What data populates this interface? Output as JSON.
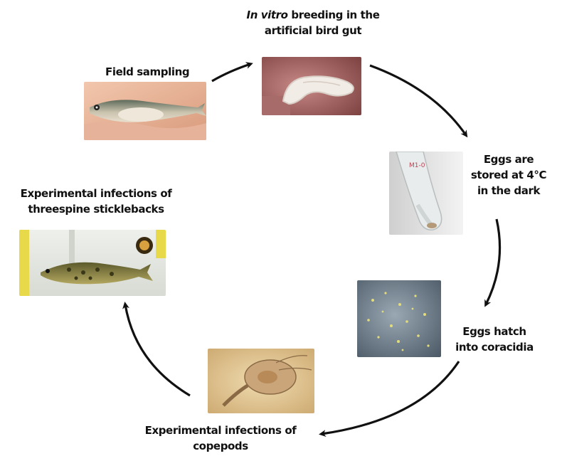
{
  "steps": {
    "field_sampling": {
      "label": "Field sampling",
      "image": "stickleback-in-hand-photo"
    },
    "in_vitro": {
      "label_italic": "In vitro",
      "label_rest": " breeding in the",
      "label_line2": "artificial bird gut",
      "image": "tapeworm-in-gut-photo"
    },
    "eggs_stored": {
      "line1": "Eggs are",
      "line2": "stored at 4°C",
      "line3": "in the dark",
      "image": "egg-tube-photo"
    },
    "eggs_hatch": {
      "line1": "Eggs hatch",
      "line2": "into coracidia",
      "image": "coracidia-photo"
    },
    "copepods": {
      "line1": "Experimental infections of",
      "line2": "copepods",
      "image": "copepod-micrograph"
    },
    "sticklebacks": {
      "line1": "Experimental infections of",
      "line2": "threespine sticklebacks",
      "image": "infected-stickleback-photo"
    }
  },
  "colors": {
    "text": "#111111",
    "arrow": "#111111",
    "background": "#ffffff"
  }
}
